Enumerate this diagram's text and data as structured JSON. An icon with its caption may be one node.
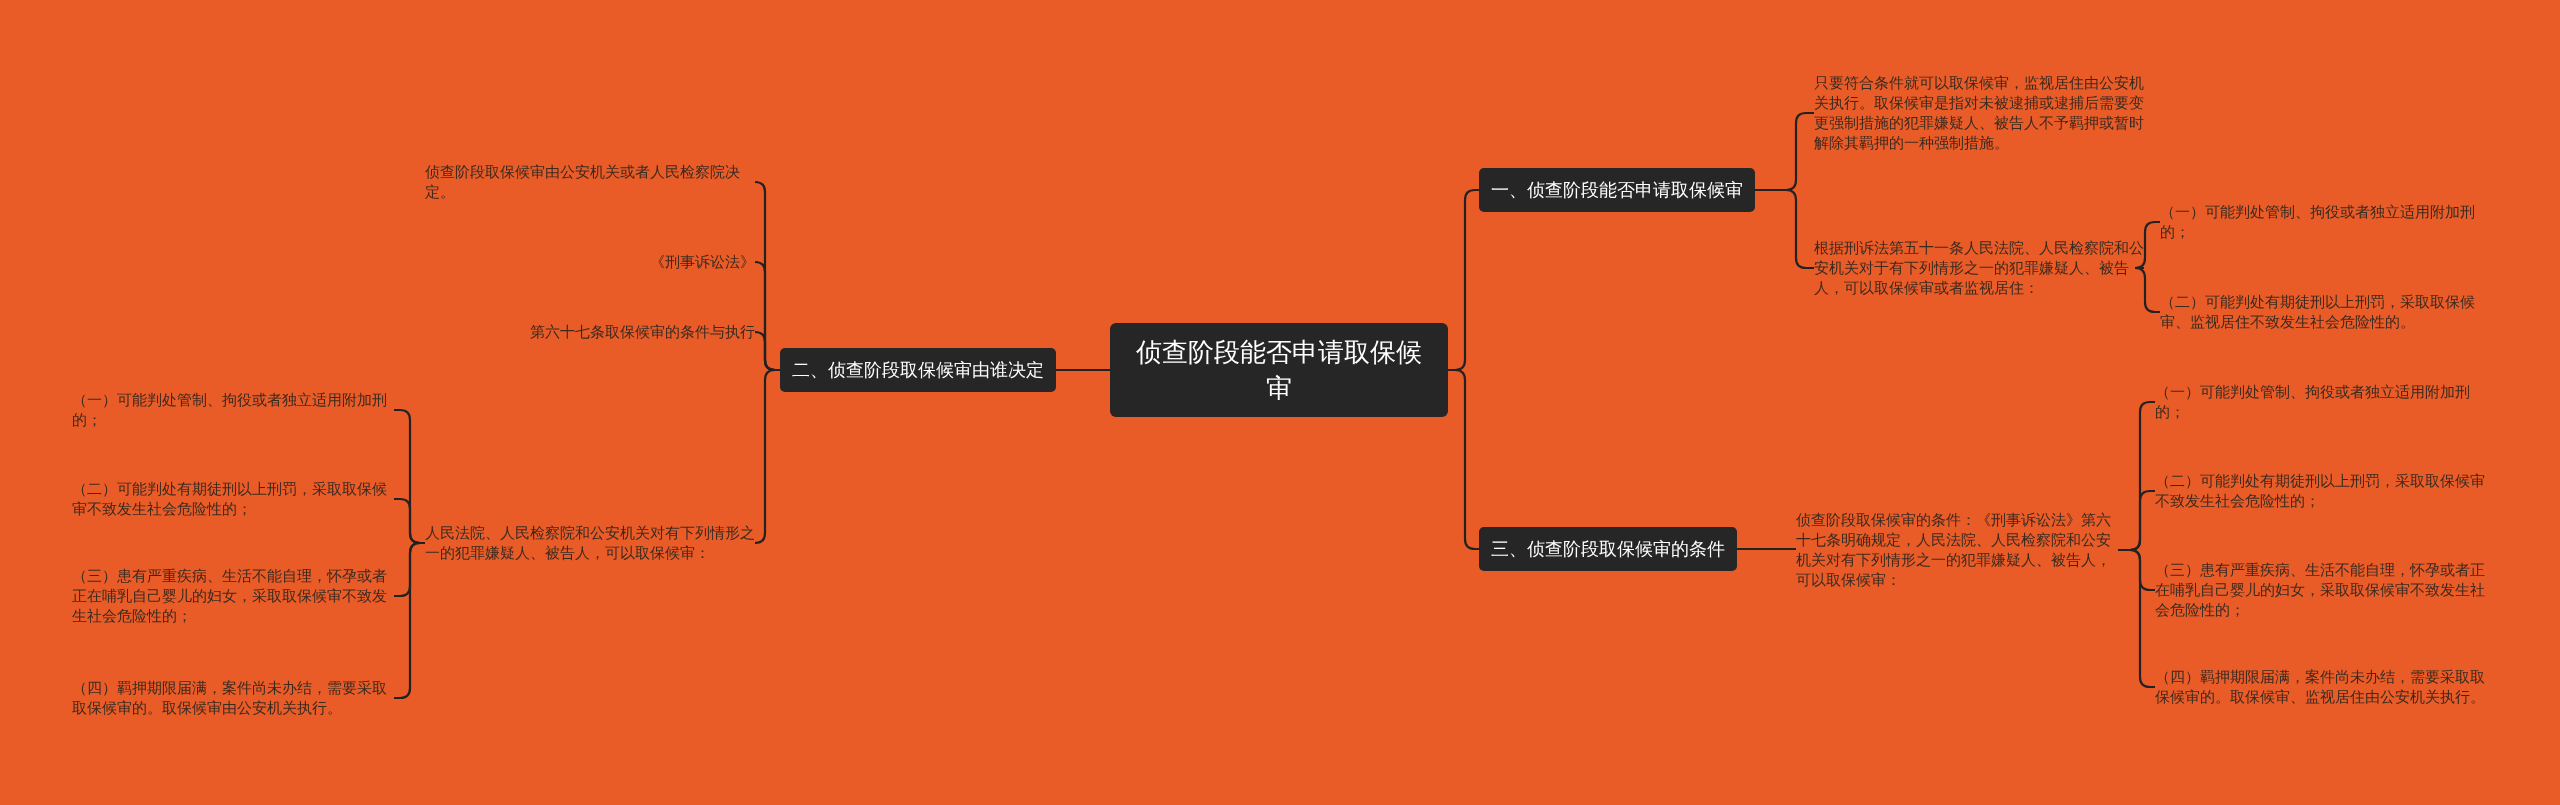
{
  "diagram": {
    "nodes": [
      {
        "text": [
          "侦查阶段能否申请取保候审"
        ]
      },
      {
        "text": [
          "一、侦查阶段能否申请取保候审"
        ]
      },
      {
        "text": [
          "只要符合条件就可以取保候审，监视居住由公安机关执行。取保候审是指对未被逮捕或逮捕后需要变更强制措施的犯罪嫌疑人、被告人不予羁押或暂时解除其羁押的一种强制措施。"
        ]
      },
      {
        "text": [
          "根据刑诉法第五十一条人民法院、人民检察院和公安机关对于有下列情形之一的犯罪嫌疑人、被告人，可以取保候审或者监视居住："
        ]
      },
      {
        "text": [
          "（一）可能判处管制、拘役或者独立适用附加刑的；"
        ]
      },
      {
        "text": [
          "（二）可能判处有期徒刑以上刑罚，采取取保候审、监视居住不致发生社会危险性的。"
        ]
      },
      {
        "text": [
          "二、侦查阶段取保候审由谁决定"
        ]
      },
      {
        "text": [
          "侦查阶段取保候审由公安机关或者人民检察院决定。"
        ]
      },
      {
        "text": [
          "《刑事诉讼法》"
        ]
      },
      {
        "text": [
          "第六十七条取保候审的条件与执行"
        ]
      },
      {
        "text": [
          "人民法院、人民检察院和公安机关对有下列情形之一的犯罪嫌疑人、被告人，可以取保候审："
        ]
      },
      {
        "text": [
          "（一）可能判处管制、拘役或者独立适用附加刑的；"
        ]
      },
      {
        "text": [
          "（二）可能判处有期徒刑以上刑罚，采取取保候审不致发生社会危险性的；"
        ]
      },
      {
        "text": [
          "（三）患有严重疾病、生活不能自理，怀孕或者正在哺乳自己婴儿的妇女，采取取保候审不致发生社会危险性的；"
        ]
      },
      {
        "text": [
          "（四）羁押期限届满，案件尚未办结，需要采取取保候审的。取保候审由公安机关执行。"
        ]
      },
      {
        "text": [
          "三、侦查阶段取保候审的条件"
        ]
      },
      {
        "text": [
          "侦查阶段取保候审的条件：《刑事诉讼法》第六十七条明确规定，人民法院、人民检察院和公安机关对有下列情形之一的犯罪嫌疑人、被告人，可以取保候审："
        ]
      },
      {
        "text": [
          "（一）可能判处管制、拘役或者独立适用附加刑的；"
        ]
      },
      {
        "text": [
          "（二）可能判处有期徒刑以上刑罚，采取取保候审不致发生社会危险性的；"
        ]
      },
      {
        "text": [
          "（三）患有严重疾病、生活不能自理，怀孕或者正在哺乳自己婴儿的妇女，采取取保候审不致发生社会危险性的；"
        ]
      },
      {
        "text": [
          "（四）羁押期限届满，案件尚未办结，需要采取取保候审的。取保候审、监视居住由公安机关执行。"
        ]
      }
    ],
    "edges": [
      {
        "from": 0,
        "to": 1,
        "arrow": "none"
      },
      {
        "from": 0,
        "to": 6,
        "arrow": "none"
      },
      {
        "from": 0,
        "to": 15,
        "arrow": "none"
      },
      {
        "from": 1,
        "to": 2,
        "arrow": "none"
      },
      {
        "from": 1,
        "to": 3,
        "arrow": "none"
      },
      {
        "from": 3,
        "to": 4,
        "arrow": "none"
      },
      {
        "from": 3,
        "to": 5,
        "arrow": "none"
      },
      {
        "from": 6,
        "to": 7,
        "arrow": "none"
      },
      {
        "from": 6,
        "to": 8,
        "arrow": "none"
      },
      {
        "from": 6,
        "to": 9,
        "arrow": "none"
      },
      {
        "from": 6,
        "to": 10,
        "arrow": "none"
      },
      {
        "from": 10,
        "to": 11,
        "arrow": "none"
      },
      {
        "from": 10,
        "to": 12,
        "arrow": "none"
      },
      {
        "from": 10,
        "to": 13,
        "arrow": "none"
      },
      {
        "from": 10,
        "to": 14,
        "arrow": "none"
      },
      {
        "from": 15,
        "to": 16,
        "arrow": "none"
      },
      {
        "from": 16,
        "to": 17,
        "arrow": "none"
      },
      {
        "from": 16,
        "to": 18,
        "arrow": "none"
      },
      {
        "from": 16,
        "to": 19,
        "arrow": "none"
      },
      {
        "from": 16,
        "to": 20,
        "arrow": "none"
      }
    ]
  }
}
